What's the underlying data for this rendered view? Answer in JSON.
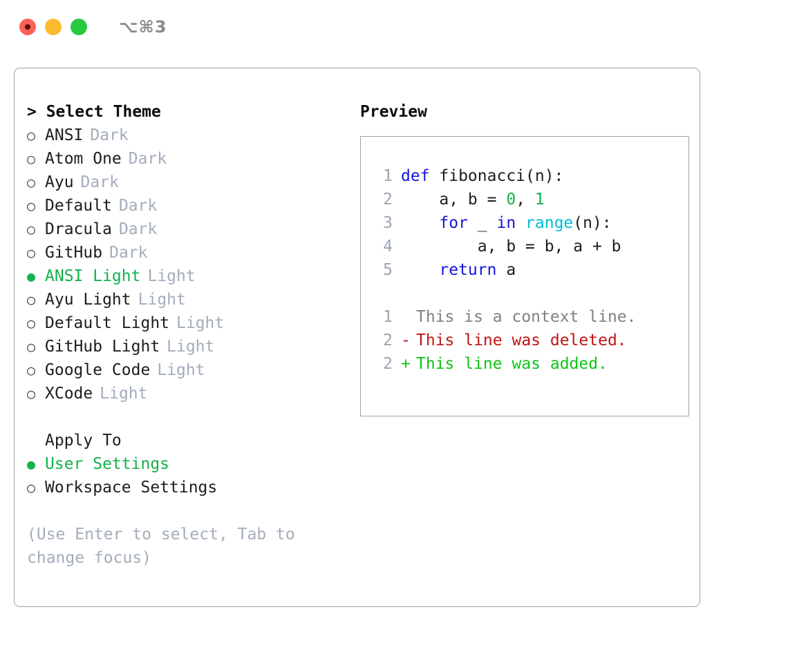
{
  "titlebar": {
    "shortcut": "⌥⌘3",
    "lights": [
      {
        "name": "close-button",
        "color": "#fc6058"
      },
      {
        "name": "minimize-button",
        "color": "#fcbb2f"
      },
      {
        "name": "maximize-button",
        "color": "#28c840"
      }
    ]
  },
  "theme_picker": {
    "header": "> Select Theme",
    "items": [
      {
        "marker": "○",
        "name": "ANSI",
        "tag": "Dark",
        "selected": false
      },
      {
        "marker": "○",
        "name": "Atom One",
        "tag": "Dark",
        "selected": false
      },
      {
        "marker": "○",
        "name": "Ayu",
        "tag": "Dark",
        "selected": false
      },
      {
        "marker": "○",
        "name": "Default",
        "tag": "Dark",
        "selected": false
      },
      {
        "marker": "○",
        "name": "Dracula",
        "tag": "Dark",
        "selected": false
      },
      {
        "marker": "○",
        "name": "GitHub",
        "tag": "Dark",
        "selected": false
      },
      {
        "marker": "●",
        "name": "ANSI Light",
        "tag": "Light",
        "selected": true
      },
      {
        "marker": "○",
        "name": "Ayu Light",
        "tag": "Light",
        "selected": false
      },
      {
        "marker": "○",
        "name": "Default Light",
        "tag": "Light",
        "selected": false
      },
      {
        "marker": "○",
        "name": "GitHub Light",
        "tag": "Light",
        "selected": false
      },
      {
        "marker": "○",
        "name": "Google Code",
        "tag": "Light",
        "selected": false
      },
      {
        "marker": "○",
        "name": "XCode",
        "tag": "Light",
        "selected": false
      }
    ]
  },
  "apply_to": {
    "label": "Apply To",
    "items": [
      {
        "marker": "●",
        "name": "User Settings",
        "selected": true
      },
      {
        "marker": "○",
        "name": "Workspace Settings",
        "selected": false
      }
    ]
  },
  "hint": "(Use Enter to select, Tab to change focus)",
  "preview": {
    "title": "Preview",
    "code_lines": [
      {
        "no": "1",
        "tokens": [
          {
            "t": "def",
            "c": "tok-kw"
          },
          {
            "t": " fibonacci(n):",
            "c": "tok-plain"
          }
        ]
      },
      {
        "no": "2",
        "tokens": [
          {
            "t": "    a, b = ",
            "c": "tok-plain"
          },
          {
            "t": "0",
            "c": "tok-num"
          },
          {
            "t": ", ",
            "c": "tok-plain"
          },
          {
            "t": "1",
            "c": "tok-num"
          }
        ]
      },
      {
        "no": "3",
        "tokens": [
          {
            "t": "    ",
            "c": "tok-plain"
          },
          {
            "t": "for",
            "c": "tok-kw"
          },
          {
            "t": " _ ",
            "c": "tok-plain"
          },
          {
            "t": "in",
            "c": "tok-kw"
          },
          {
            "t": " ",
            "c": "tok-plain"
          },
          {
            "t": "range",
            "c": "tok-fn"
          },
          {
            "t": "(n):",
            "c": "tok-plain"
          }
        ]
      },
      {
        "no": "4",
        "tokens": [
          {
            "t": "        a, b = b, a + b",
            "c": "tok-plain"
          }
        ]
      },
      {
        "no": "5",
        "tokens": [
          {
            "t": "    ",
            "c": "tok-plain"
          },
          {
            "t": "return",
            "c": "tok-kw"
          },
          {
            "t": " a",
            "c": "tok-plain"
          }
        ]
      }
    ],
    "diff_lines": [
      {
        "no": "1",
        "mark": " ",
        "text": "This is a context line.",
        "kind": "diff-context"
      },
      {
        "no": "2",
        "mark": "-",
        "text": "This line was deleted.",
        "kind": "diff-del"
      },
      {
        "no": "2",
        "mark": "+",
        "text": "This line was added.",
        "kind": "diff-add"
      }
    ]
  },
  "colors": {
    "accent_green": "#12b24a",
    "muted": "#a3adbb",
    "border": "#97a3b4",
    "keyword": "#1414dc",
    "function": "#00bcd4",
    "number": "#12b24a",
    "diff_delete": "#c01414",
    "diff_add": "#0fc416"
  }
}
